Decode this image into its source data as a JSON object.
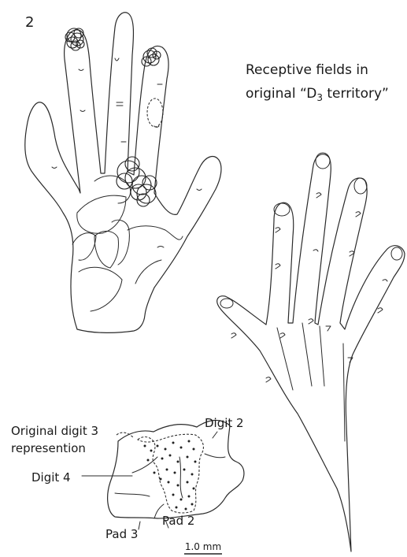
{
  "figure": {
    "panel_number": "2",
    "receptive_title_line1": "Receptive fields in",
    "receptive_title_line2_prefix": "original “D",
    "receptive_title_line2_subscript": "3",
    "receptive_title_line2_suffix": " territory”",
    "labels": {
      "original_digit3_line1": "Original digit 3",
      "original_digit3_line2": "represention",
      "digit2": "Digit 2",
      "digit4": "Digit 4",
      "pad3": "Pad 3",
      "pad2": "Pad 2"
    },
    "scale_bar": "1.0 mm",
    "colors": {
      "ink": "#222222",
      "background": "#ffffff"
    }
  }
}
